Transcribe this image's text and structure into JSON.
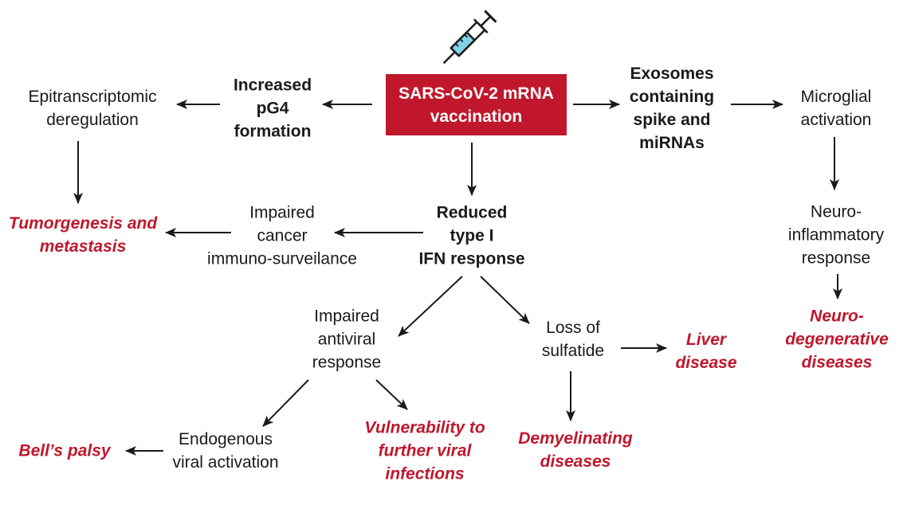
{
  "central": {
    "label_lines": [
      "SARS-CoV-2 mRNA",
      "vaccination"
    ],
    "color": "#c0172c"
  },
  "icon": "syringe-icon",
  "nodes": {
    "increased_pg4": [
      "Increased",
      "pG4",
      "formation"
    ],
    "epitranscriptomic": [
      "Epitranscriptomic",
      "deregulation"
    ],
    "tumorigenesis": [
      "Tumorgenesis and",
      "metastasis"
    ],
    "exosomes": [
      "Exosomes",
      "containing",
      "spike and",
      "miRNAs"
    ],
    "microglial": [
      "Microglial",
      "activation"
    ],
    "neuroinflammatory": [
      "Neuro-",
      "inflammatory",
      "response"
    ],
    "neurodegenerative": [
      "Neuro-",
      "degenerative",
      "diseases"
    ],
    "reduced_ifn": [
      "Reduced",
      "type I",
      "IFN response"
    ],
    "impaired_cancer": [
      "Impaired",
      "cancer",
      "immuno-surveilance"
    ],
    "impaired_antiviral": [
      "Impaired",
      "antiviral",
      "response"
    ],
    "loss_sulfatide": [
      "Loss of",
      "sulfatide"
    ],
    "liver_disease": [
      "Liver",
      "disease"
    ],
    "demyelinating": [
      "Demyelinating",
      "diseases"
    ],
    "endogenous": [
      "Endogenous",
      "viral activation"
    ],
    "bells_palsy": [
      "Bell’s palsy"
    ],
    "vulnerability": [
      "Vulnerability to",
      "further viral",
      "infections"
    ]
  },
  "edges": [
    [
      "central",
      "increased_pg4"
    ],
    [
      "increased_pg4",
      "epitranscriptomic"
    ],
    [
      "epitranscriptomic",
      "tumorigenesis"
    ],
    [
      "central",
      "exosomes"
    ],
    [
      "exosomes",
      "microglial"
    ],
    [
      "microglial",
      "neuroinflammatory"
    ],
    [
      "neuroinflammatory",
      "neurodegenerative"
    ],
    [
      "central",
      "reduced_ifn"
    ],
    [
      "reduced_ifn",
      "impaired_cancer"
    ],
    [
      "impaired_cancer",
      "tumorigenesis"
    ],
    [
      "reduced_ifn",
      "impaired_antiviral"
    ],
    [
      "reduced_ifn",
      "loss_sulfatide"
    ],
    [
      "loss_sulfatide",
      "liver_disease"
    ],
    [
      "loss_sulfatide",
      "demyelinating"
    ],
    [
      "impaired_antiviral",
      "endogenous"
    ],
    [
      "impaired_antiviral",
      "vulnerability"
    ],
    [
      "endogenous",
      "bells_palsy"
    ]
  ],
  "colors": {
    "accent": "#c0172c",
    "arrow": "#1a1a1a",
    "syringe_fill": "#7fd3e8"
  }
}
